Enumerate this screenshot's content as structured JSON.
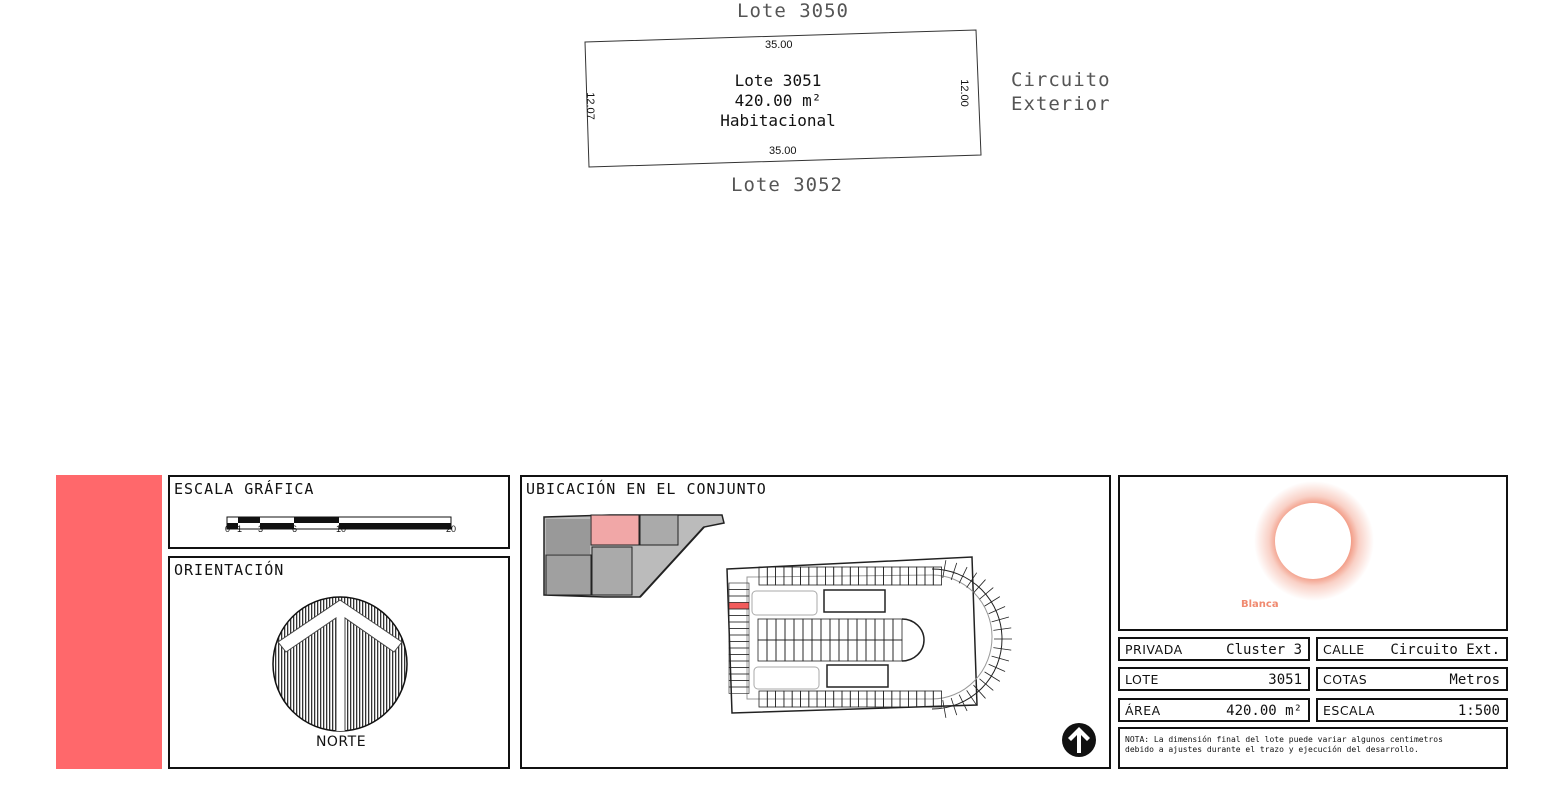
{
  "lot": {
    "neighbor_top": "Lote 3050",
    "neighbor_bottom": "Lote 3052",
    "street": [
      "Circuito",
      "Exterior"
    ],
    "name": "Lote 3051",
    "area": "420.00 m²",
    "use": "Habitacional",
    "dim_top": "35.00",
    "dim_bottom": "35.00",
    "dim_left": "12.07",
    "dim_right": "12.00"
  },
  "scale_panel": {
    "title": "ESCALA GRÁFICA",
    "ticks": [
      "0",
      "1",
      "3",
      "6",
      "10",
      "20"
    ]
  },
  "orientation_panel": {
    "title": "ORIENTACIÓN",
    "label": "NORTE"
  },
  "location_panel": {
    "title": "UBICACIÓN EN EL CONJUNTO"
  },
  "logo": {
    "text": "Blanca"
  },
  "info": {
    "privada": {
      "label": "PRIVADA",
      "value": "Cluster 3"
    },
    "calle": {
      "label": "CALLE",
      "value": "Circuito Ext."
    },
    "lote": {
      "label": "LOTE",
      "value": "3051"
    },
    "cotas": {
      "label": "COTAS",
      "value": "Metros"
    },
    "area": {
      "label": "ÁREA",
      "value": "420.00 m²"
    },
    "escala": {
      "label": "ESCALA",
      "value": "1:500"
    },
    "note": [
      "NOTA: La dimensión final del lote puede variar algunos centimetros",
      "debido a ajustes durante el trazo y ejecución del desarrollo."
    ]
  },
  "colors": {
    "accent": "#ff686b",
    "logo": "#f08a70",
    "highlight": "#f25c5c"
  }
}
